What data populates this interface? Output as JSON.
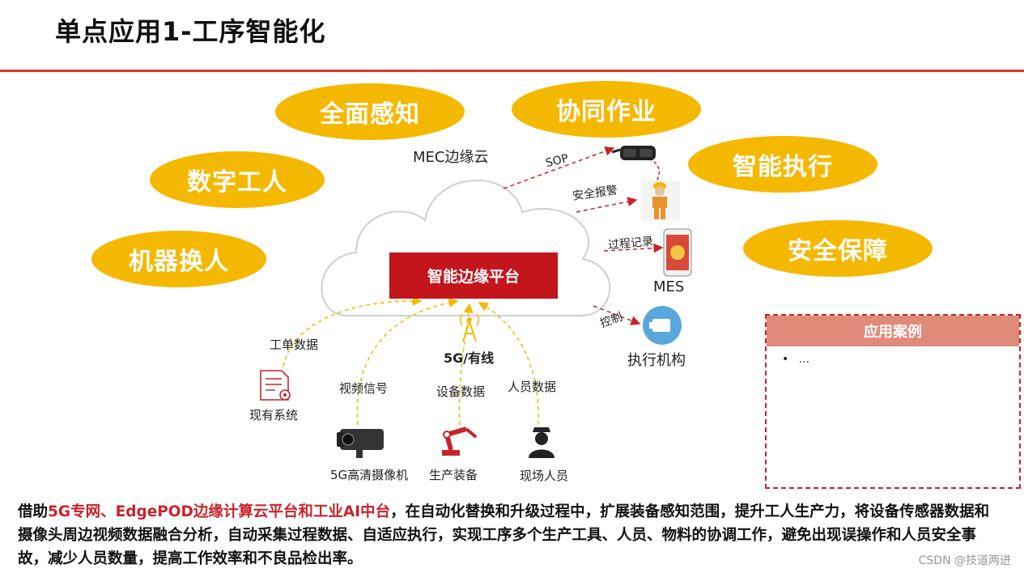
{
  "title": "单点应用1-工序智能化",
  "ovals": {
    "full_perception": "全面感知",
    "collab_work": "协同作业",
    "digital_worker": "数字工人",
    "smart_exec": "智能执行",
    "machine_replace": "机器换人",
    "safety": "安全保障"
  },
  "cloud_label": "MEC边缘云",
  "platform_label": "智能边缘平台",
  "network_label": "5G/有线",
  "right_flows": {
    "sop": "SOP",
    "safety_alarm": "安全报警",
    "process_record": "过程记录",
    "mes": "MES",
    "control": "控制",
    "actuator": "执行机构"
  },
  "bottom_flows": {
    "work_order": "工单数据",
    "video_signal": "视频信号",
    "device_data": "设备数据",
    "personnel_data": "人员数据",
    "existing_system": "现有系统",
    "camera": "5G高清摄像机",
    "production_equipment": "生产装备",
    "onsite_staff": "现场人员"
  },
  "case_panel": {
    "header": "应用案例",
    "bullet": "•",
    "item": "..."
  },
  "paragraph": {
    "prefix": "借助",
    "highlight": "5G专网、EdgePOD边缘计算云平台和工业AI中台",
    "rest": "，在自动化替换和升级过程中，扩展装备感知范围，提升工人生产力，将设备传感器数据和摄像头周边视频数据融合分析，自动采集过程数据、自适应执行，实现工序多个生产工具、人员、物料的协调工作，避免出现误操作和人员安全事故，减少人员数量，提高工作效率和不良品检出率。"
  },
  "watermark": "CSDN @技道两进",
  "colors": {
    "accent_red": "#c4141c",
    "oval_yellow": "#f5b800",
    "rule_red": "#e03a2f",
    "case_header": "#e08a7a"
  },
  "icons": [
    "vr-glasses-icon",
    "worker-icon",
    "phone-icon",
    "motor-icon",
    "document-gear-icon",
    "cctv-camera-icon",
    "robot-arm-icon",
    "security-staff-icon",
    "antenna-icon"
  ]
}
